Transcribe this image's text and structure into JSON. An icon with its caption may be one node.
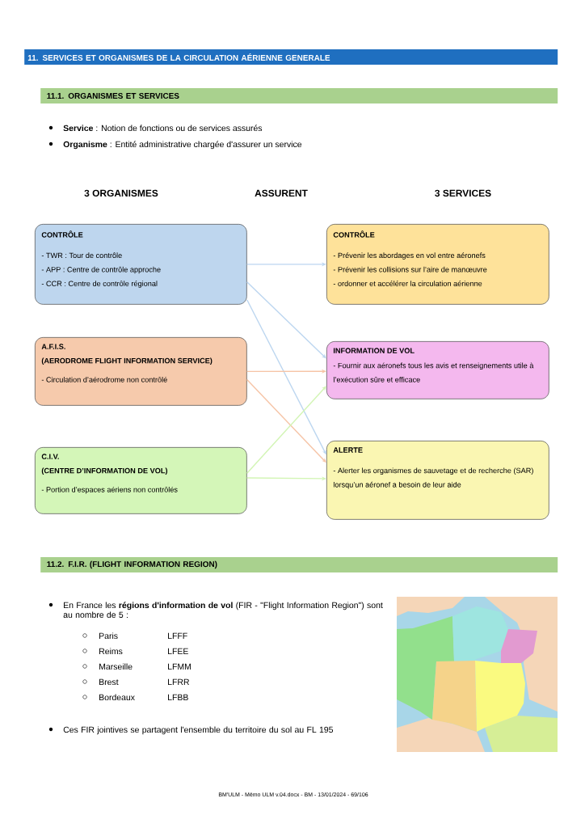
{
  "diagram": {
    "title": "11. SERVICES ET ORGANISMES DE LA CIRCULATION AÉRIENNE GENERALE",
    "nodes": [
      {
        "text": [
          "CONTRÔLE",
          "- TWR : Tour de contrôle",
          "- APP : Centre de contrôle approche",
          "- CCR : Centre de contrôle régional"
        ]
      },
      {
        "text": [
          "A.F.I.S.",
          "(AERODROME FLIGHT INFORMATION SERVICE)",
          "- Circulation d’aérodrome non contrôlé"
        ]
      },
      {
        "text": [
          "C.I.V.",
          "(CENTRE D’INFORMATION DE VOL)",
          "- Portion d’espaces aériens non contrôlés"
        ]
      },
      {
        "text": [
          "CONTRÔLE",
          "- Prévenir les abordages en vol entre aéronefs",
          "- Prévenir les collisions sur l’aire de manœuvre",
          "- ordonner et accélérer la circulation aérienne"
        ]
      },
      {
        "text": [
          "INFORMATION DE VOL",
          "- Fournir aux aéronefs tous les avis et renseignements utile à l’exécution sûre et efficace"
        ]
      },
      {
        "text": [
          "ALERTE",
          "- Alerter les organismes de sauvetage et de recherche (SAR) lorsqu’un aéronef a besoin de leur aide"
        ]
      }
    ],
    "edges": [
      {
        "from": 0,
        "to": 3,
        "arrow": "to",
        "color": "#bcd6f0"
      },
      {
        "from": 0,
        "to": 4,
        "arrow": "to",
        "color": "#bcd6f0"
      },
      {
        "from": 0,
        "to": 5,
        "arrow": "to",
        "color": "#bcd6f0"
      },
      {
        "from": 1,
        "to": 4,
        "arrow": "to",
        "color": "#f6c4a6"
      },
      {
        "from": 1,
        "to": 5,
        "arrow": "to",
        "color": "#f6c4a6"
      },
      {
        "from": 2,
        "to": 4,
        "arrow": "to",
        "color": "#d2f5b4"
      },
      {
        "from": 2,
        "to": 5,
        "arrow": "to",
        "color": "#d2f5b4"
      }
    ],
    "labels": [
      "11.1. ORGANISMES ET SERVICES",
      "**Service** : Notion de fonctions ou de services assurés",
      "**Organisme** : Entité administrative chargée d'assurer un service",
      "3 ORGANISMES",
      "ASSURENT",
      "3 SERVICES",
      "11.2. F.I.R. (FLIGHT INFORMATION REGION)",
      "En France les **régions d'information de vol** (FIR - \"Flight Information Region\") sont au nombre de 5 :",
      "Paris",
      "LFFF",
      "Reims",
      "LFEE",
      "Marseille",
      "LFMM",
      "Brest",
      "LFRR",
      "Bordeaux",
      "LFBB",
      "Ces FIR jointives se partagent l'ensemble du territoire du sol au FL 195",
      "BM'ULM - Mémo ULM v.04.docx - BM - 13/01/2024 - 69/106"
    ]
  }
}
